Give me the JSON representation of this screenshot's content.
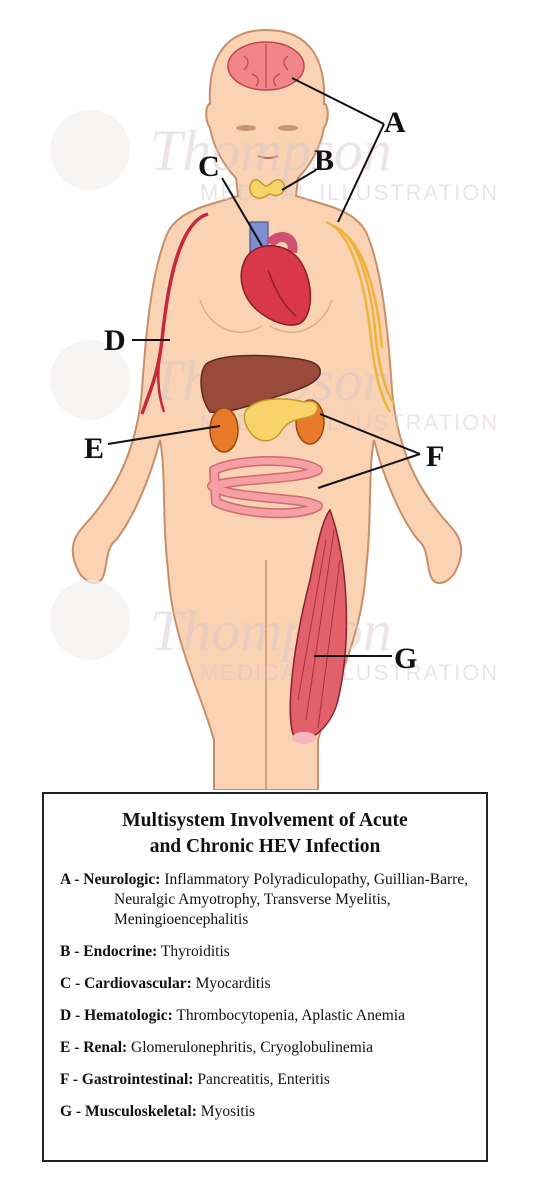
{
  "watermark": {
    "line1": "Thompson",
    "line2": "MEDICAL ILLUSTRATION"
  },
  "callouts": {
    "A": "A",
    "B": "B",
    "C": "C",
    "D": "D",
    "E": "E",
    "F": "F",
    "G": "G"
  },
  "legend": {
    "title_line1": "Multisystem Involvement of Acute",
    "title_line2": "and Chronic HEV Infection",
    "items": [
      {
        "key": "A - ",
        "system": "Neurologic:",
        "conditions": "Inflammatory Polyradiculopathy, Guillian-Barre, Neuralgic Amyotrophy, Transverse Myelitis, Meningioencephalitis"
      },
      {
        "key": "B - ",
        "system": "Endocrine:",
        "conditions": "Thyroiditis"
      },
      {
        "key": "C - ",
        "system": "Cardiovascular:",
        "conditions": "Myocarditis"
      },
      {
        "key": "D - ",
        "system": "Hematologic:",
        "conditions": "Thrombocytopenia, Aplastic Anemia"
      },
      {
        "key": "E - ",
        "system": "Renal:",
        "conditions": "Glomerulonephritis, Cryoglobulinemia"
      },
      {
        "key": "F - ",
        "system": "Gastrointestinal:",
        "conditions": "Pancreatitis, Enteritis"
      },
      {
        "key": "G - ",
        "system": "Musculoskeletal:",
        "conditions": "Myositis"
      }
    ]
  },
  "colors": {
    "skin": "#f9d3b4",
    "skin_outline": "#c98f6b",
    "brain": "#f0868a",
    "heart": "#d93848",
    "liver": "#9a4a3a",
    "kidney": "#e87a2a",
    "pancreas": "#f7d36a",
    "intestine": "#f4a0a4",
    "muscle": "#e2606a",
    "nerve": "#f0b33a",
    "vessel": "#c8283e"
  }
}
